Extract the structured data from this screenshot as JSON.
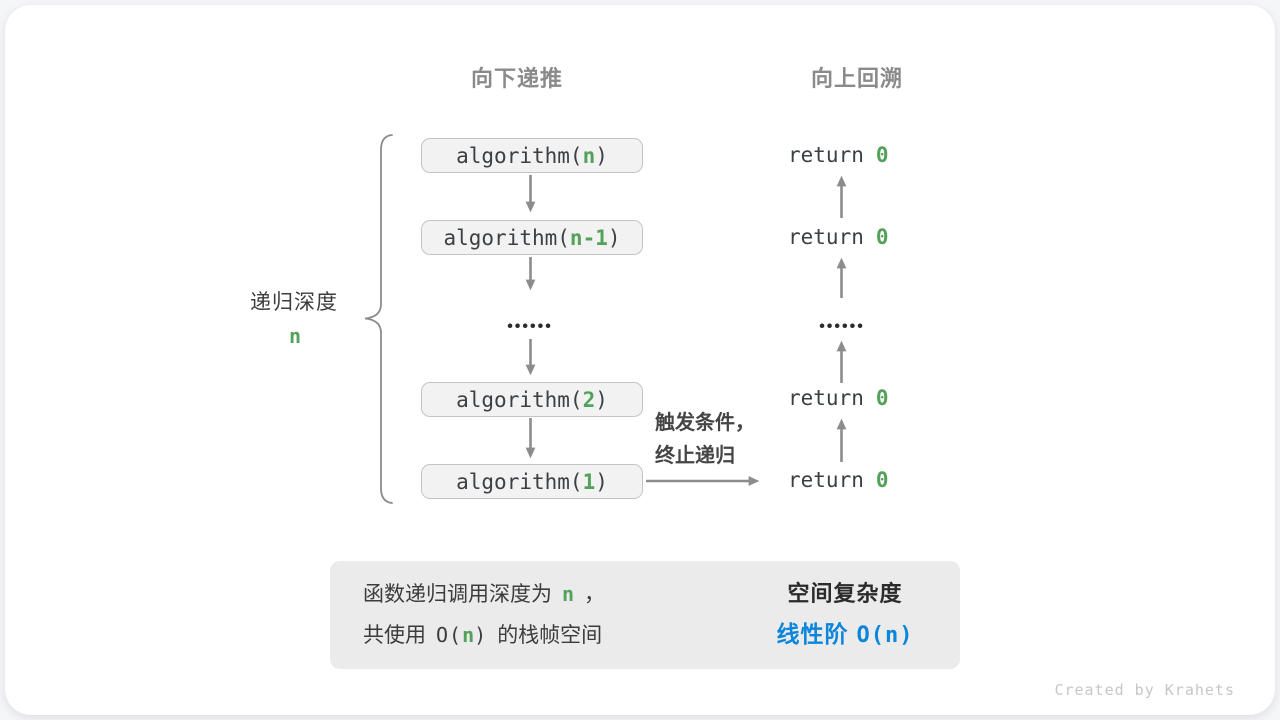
{
  "columns": {
    "left_header": "向下递推",
    "right_header": "向上回溯"
  },
  "depth": {
    "label": "递归深度",
    "value": "n"
  },
  "stack": {
    "boxes": [
      {
        "fn": "algorithm(",
        "arg": "n",
        "close": ")"
      },
      {
        "fn": "algorithm(",
        "arg": "n-1",
        "close": ")"
      },
      {
        "fn": "algorithm(",
        "arg": "2",
        "close": ")"
      },
      {
        "fn": "algorithm(",
        "arg": "1",
        "close": ")"
      }
    ],
    "ellipsis": "••••••"
  },
  "returns": {
    "items": [
      {
        "keyword": "return",
        "value": "0"
      },
      {
        "keyword": "return",
        "value": "0"
      },
      {
        "keyword": "return",
        "value": "0"
      },
      {
        "keyword": "return",
        "value": "0"
      }
    ],
    "ellipsis": "••••••"
  },
  "trigger": {
    "line1": "触发条件，",
    "line2": "终止递归"
  },
  "summary": {
    "line1": {
      "pre": "函数递归调用深度为",
      "var": "n",
      "post": "，"
    },
    "line2": {
      "pre": "共使用",
      "code_open": "O(",
      "var": "n",
      "code_close": ")",
      "post": "的栈帧空间"
    },
    "result_title": "空间复杂度",
    "result": {
      "pre": "线性阶",
      "code_open": "O(",
      "var": "n",
      "code_close": ")"
    }
  },
  "watermark": "Created by Krahets",
  "colors": {
    "accent_green": "#54a15a",
    "accent_blue": "#0c86da",
    "heading_gray": "#8a8a8a",
    "arrow_gray": "#8c8c8c",
    "box_background": "#f2f2f2",
    "box_border": "#c4c4c4",
    "summary_background": "#ebebeb",
    "block_arrow_gray": "#c2c2c2",
    "text_dark": "#3b4045"
  }
}
